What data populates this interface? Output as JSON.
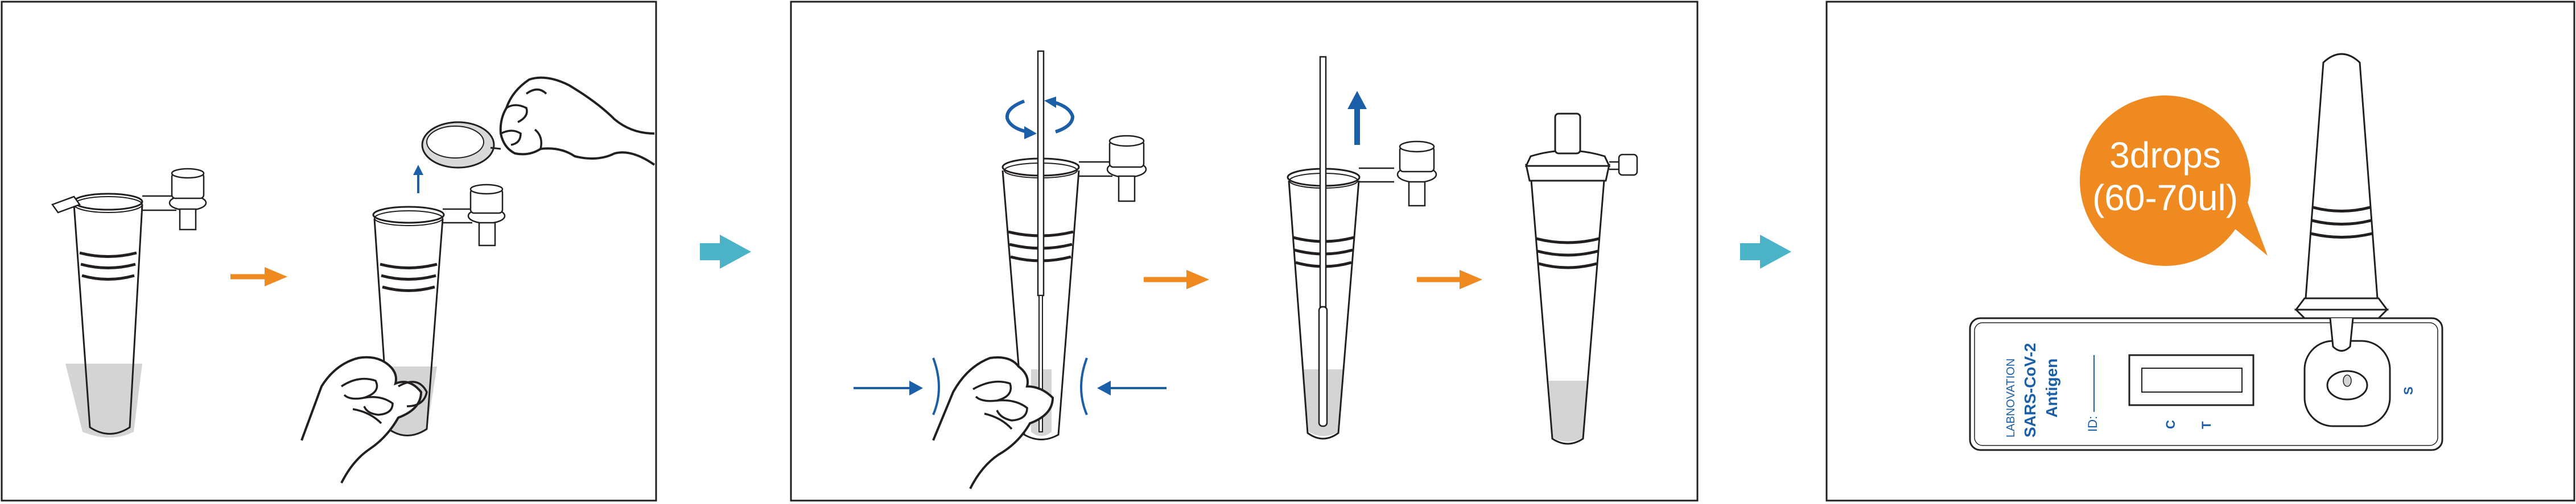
{
  "colors": {
    "outline": "#231f20",
    "orange": "#ee8a1f",
    "blue": "#1a5fa8",
    "teal_arrow": "#4bb3c8",
    "liquid": "#d4d4d4",
    "label_text": "#ffffff"
  },
  "bubble": {
    "line1": "3drops",
    "line2": "(60-70ul)"
  },
  "cassette": {
    "brand": "LABNOVATION",
    "product_line1": "SARS-CoV-2",
    "product_line2": "Antigen",
    "id_label": "ID:",
    "control_mark": "C",
    "test_mark": "T",
    "sample_mark": "S"
  },
  "icons": {
    "rotate": "rotate-arrows-icon",
    "up": "arrow-up-icon",
    "next": "arrow-right-icon",
    "squeeze": "squeeze-arrows-icon"
  }
}
